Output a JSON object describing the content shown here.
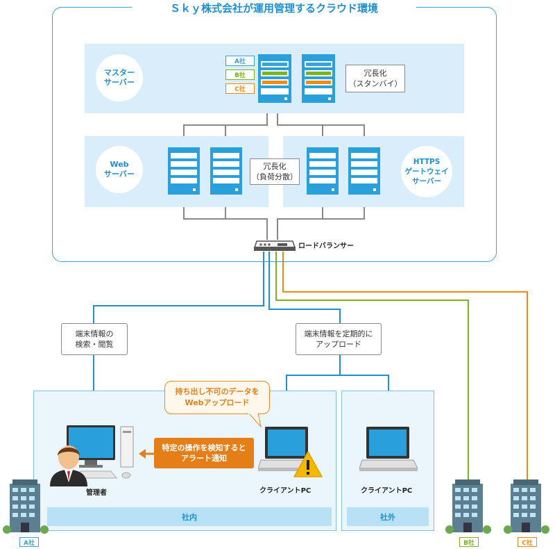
{
  "title": "Ｓｋｙ株式会社が運用管理するクラウド環境",
  "master_server": {
    "label": "マスター\nサーバー",
    "tenants": [
      "A社",
      "B社",
      "C社"
    ]
  },
  "redundancy_standby": "冗長化\n（スタンバイ）",
  "web_server": {
    "label": "Web\nサーバー"
  },
  "redundancy_load": "冗長化\n（負荷分散）",
  "https_gateway": {
    "label": "HTTPS\nゲートウェイ\nサーバー"
  },
  "load_balancer": "ロードバランサー",
  "callouts": {
    "terminal_view": "端末情報の\n検索・閲覧",
    "terminal_upload": "端末情報を定期的に\nアップロード"
  },
  "alerts": {
    "upload_warning": "持ち出し不可のデータを\nWebアップロード",
    "detect_alert": "特定の操作を検知すると\nアラート通知"
  },
  "devices": {
    "admin": "管理者",
    "client_in": "クライアントPC",
    "client_out": "クライアントPC"
  },
  "zones": {
    "inside": "社内",
    "outside": "社外"
  },
  "companies": [
    "A社",
    "B社",
    "C社"
  ],
  "colors": {
    "accent_blue": "#1f8fd0",
    "tenant_a": "#3aa3d6",
    "tenant_b": "#7ab51d",
    "tenant_c": "#f08b12",
    "alert_orange": "#e57e16"
  },
  "icons": [
    "server-icon",
    "load-balancer-icon",
    "desktop-pc-icon",
    "laptop-icon",
    "warning-icon",
    "person-icon",
    "building-icon",
    "arrow-left-icon"
  ]
}
